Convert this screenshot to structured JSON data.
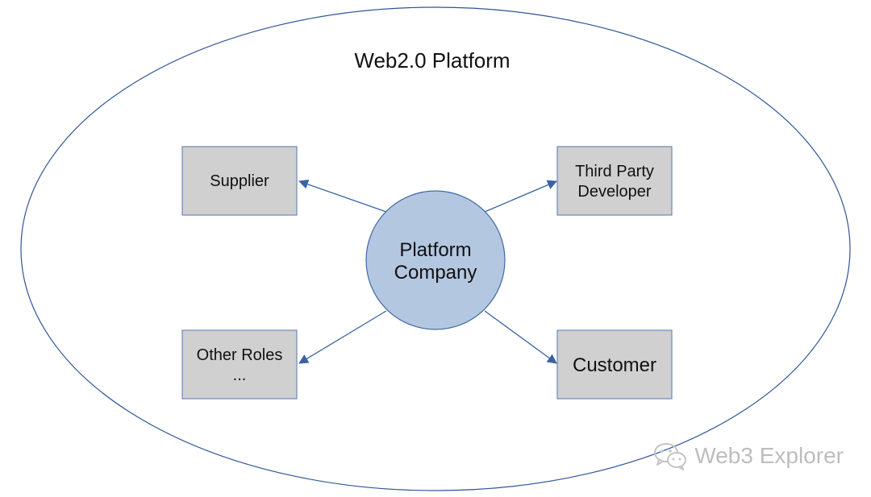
{
  "diagram": {
    "title": "Web2.0 Platform",
    "center": {
      "lines": [
        "Platform",
        "Company"
      ]
    },
    "nodes": [
      {
        "id": "supplier",
        "lines": [
          "Supplier"
        ]
      },
      {
        "id": "third-party-developer",
        "lines": [
          "Third Party",
          "Developer"
        ]
      },
      {
        "id": "other-roles",
        "lines": [
          "Other Roles",
          "..."
        ]
      },
      {
        "id": "customer",
        "lines": [
          "Customer"
        ]
      }
    ],
    "edges": [
      {
        "from": "center",
        "to": "supplier"
      },
      {
        "from": "center",
        "to": "third-party-developer"
      },
      {
        "from": "center",
        "to": "other-roles"
      },
      {
        "from": "center",
        "to": "customer"
      }
    ],
    "colors": {
      "ellipse_stroke": "#2f5597",
      "center_fill": "#b4c7e0",
      "center_stroke": "#3f6aa6",
      "box_fill": "#d0d0d0",
      "box_stroke": "#6b89b6",
      "arrow": "#3a62a0"
    }
  },
  "watermark": {
    "text": "Web3 Explorer",
    "icon": "wechat-icon"
  }
}
